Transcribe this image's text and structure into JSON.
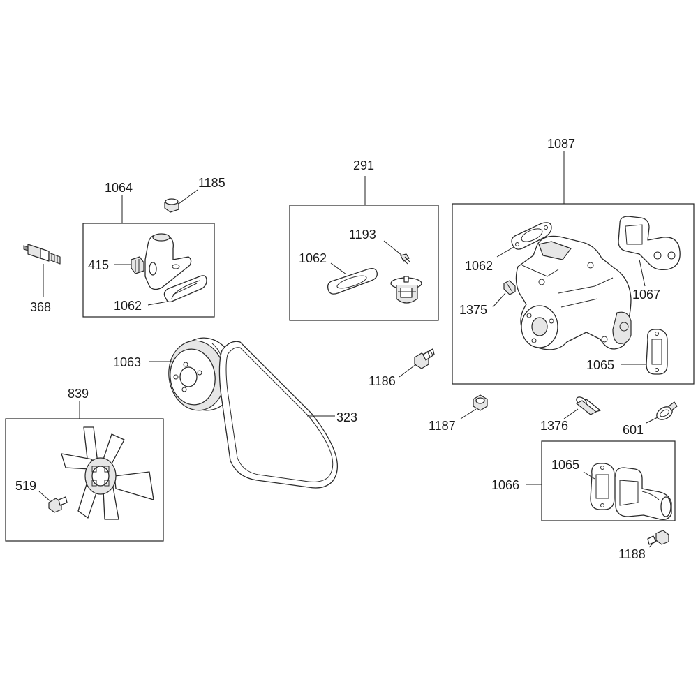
{
  "callouts": {
    "c368": "368",
    "c1064": "1064",
    "c1185": "1185",
    "c415": "415",
    "c1062_left": "1062",
    "c291": "291",
    "c1193": "1193",
    "c1062_mid": "1062",
    "c1087": "1087",
    "c1062_right": "1062",
    "c1067": "1067",
    "c1375": "1375",
    "c1065_top": "1065",
    "c1063": "1063",
    "c323": "323",
    "c1186": "1186",
    "c839": "839",
    "c519": "519",
    "c1187": "1187",
    "c1376": "1376",
    "c601": "601",
    "c1066": "1066",
    "c1065_bottom": "1065",
    "c1188": "1188"
  }
}
